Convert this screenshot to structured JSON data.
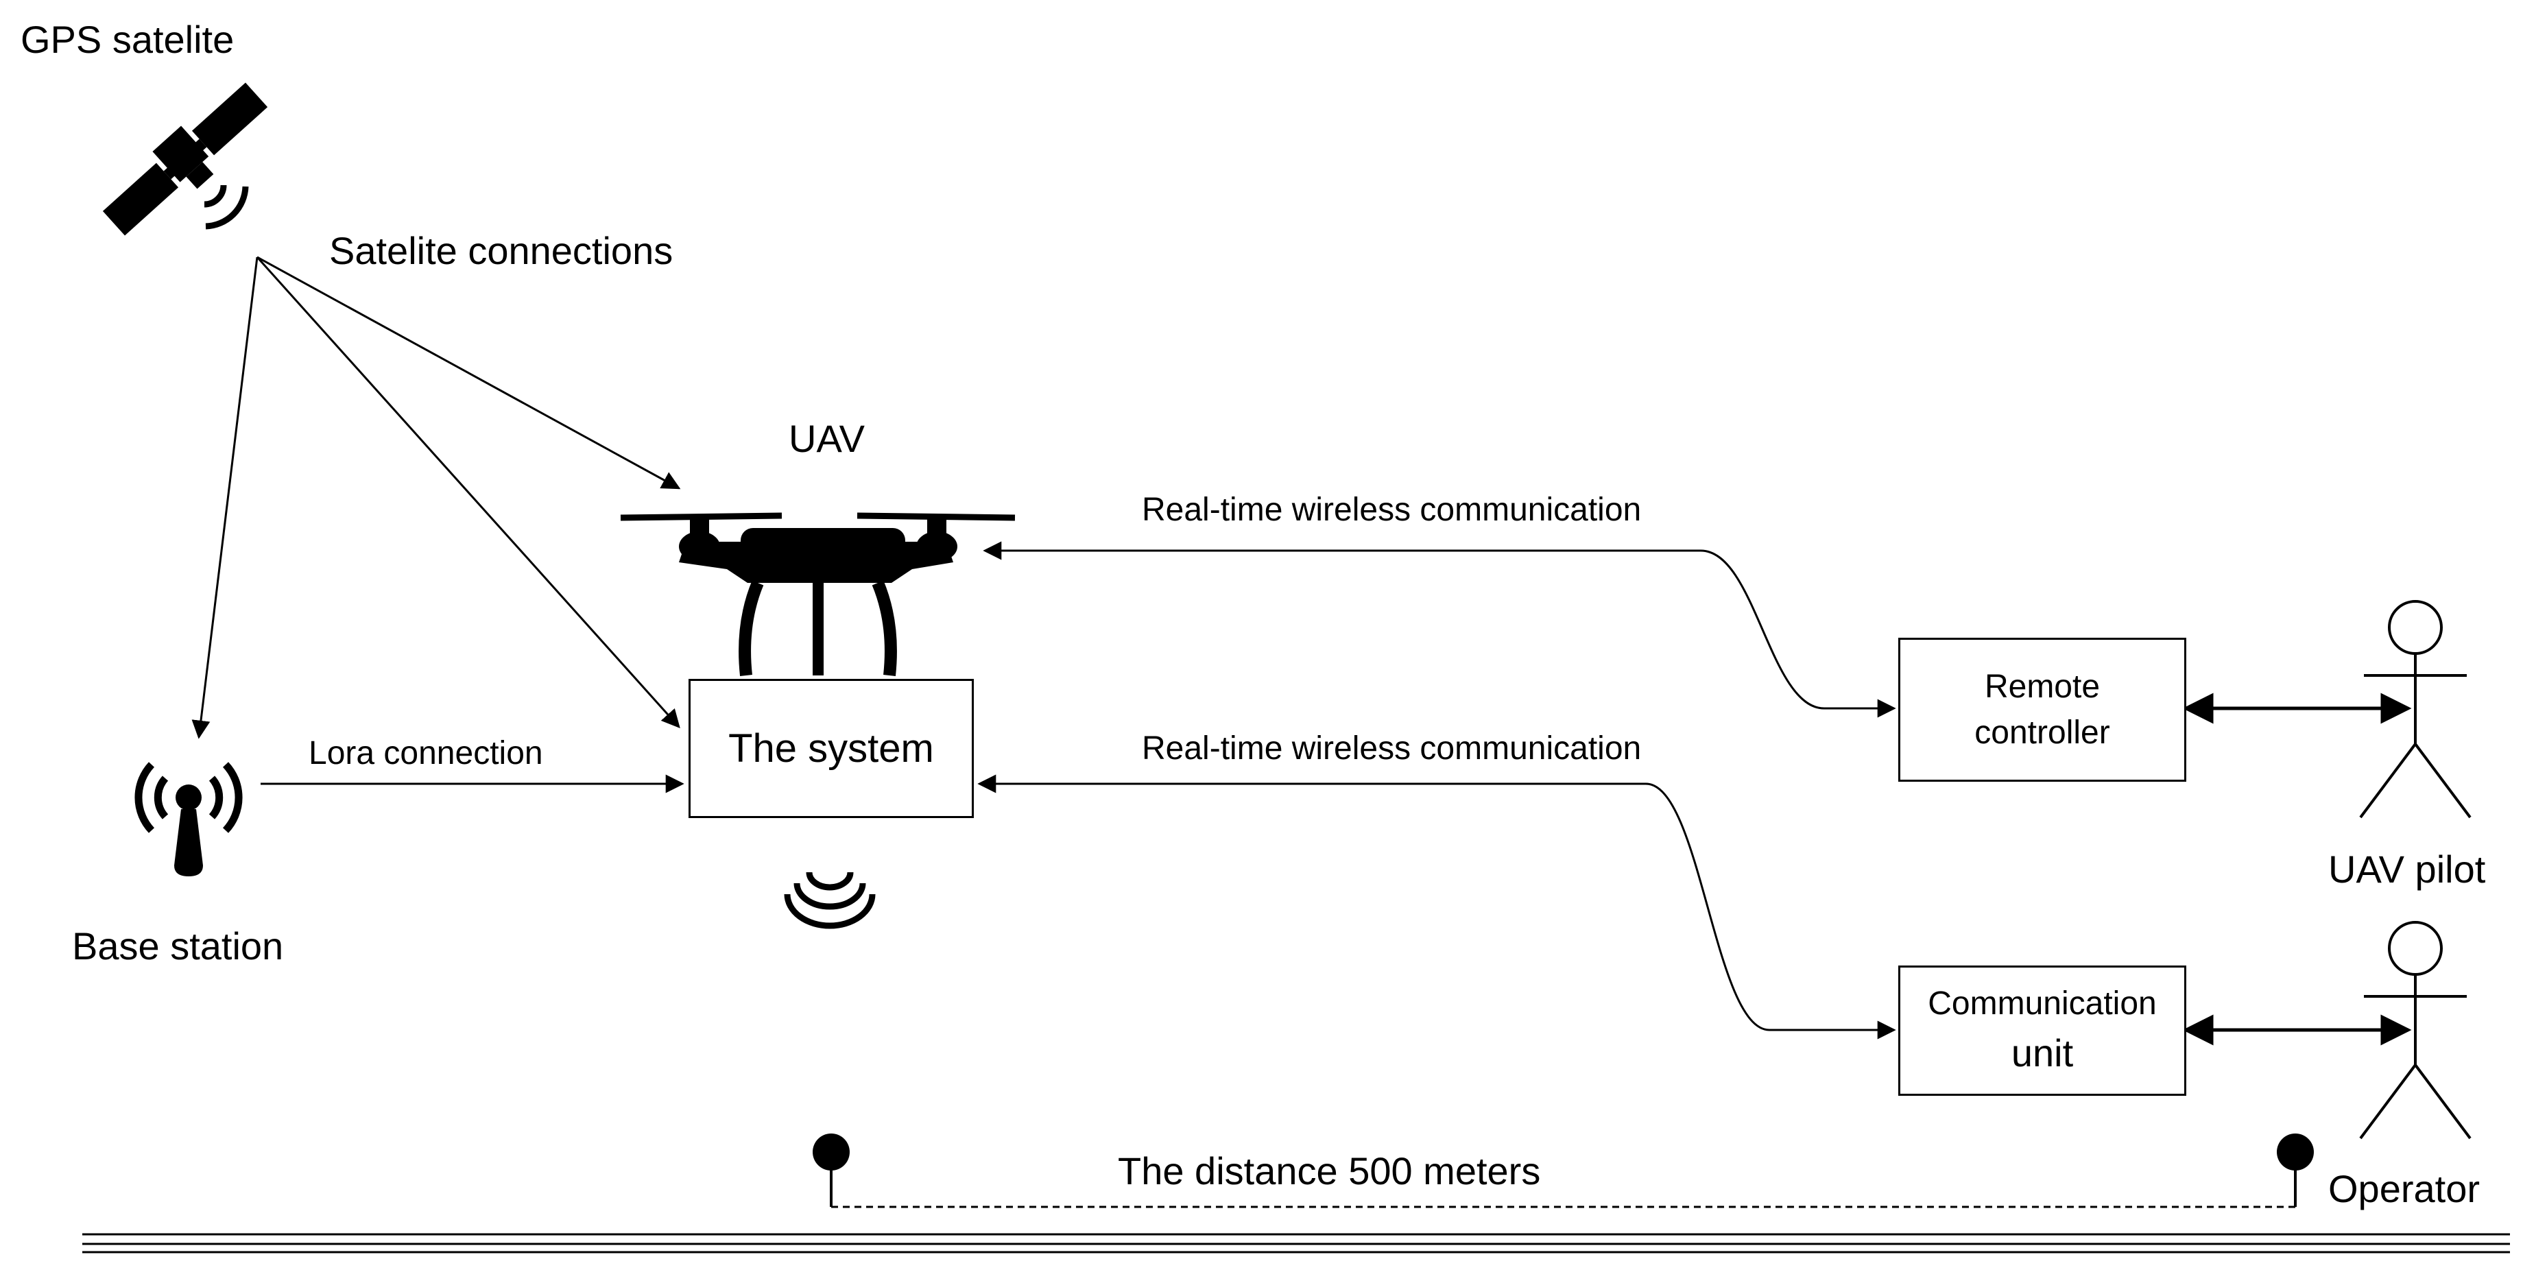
{
  "labels": {
    "gps_satellite": "GPS satelite",
    "satellite_connections": "Satelite connections",
    "uav": "UAV",
    "rtwc_top": "Real-time wireless communication",
    "rtwc_bottom": "Real-time wireless communication",
    "lora": "Lora  connection",
    "base_station": "Base station",
    "uav_pilot": "UAV pilot",
    "operator": "Operator",
    "distance": "The distance 500 meters"
  },
  "boxes": {
    "system": "The system",
    "remote_controller_line1": "Remote",
    "remote_controller_line2": "controller",
    "comm_unit_line1": "Communication",
    "comm_unit_line2": "unit"
  }
}
